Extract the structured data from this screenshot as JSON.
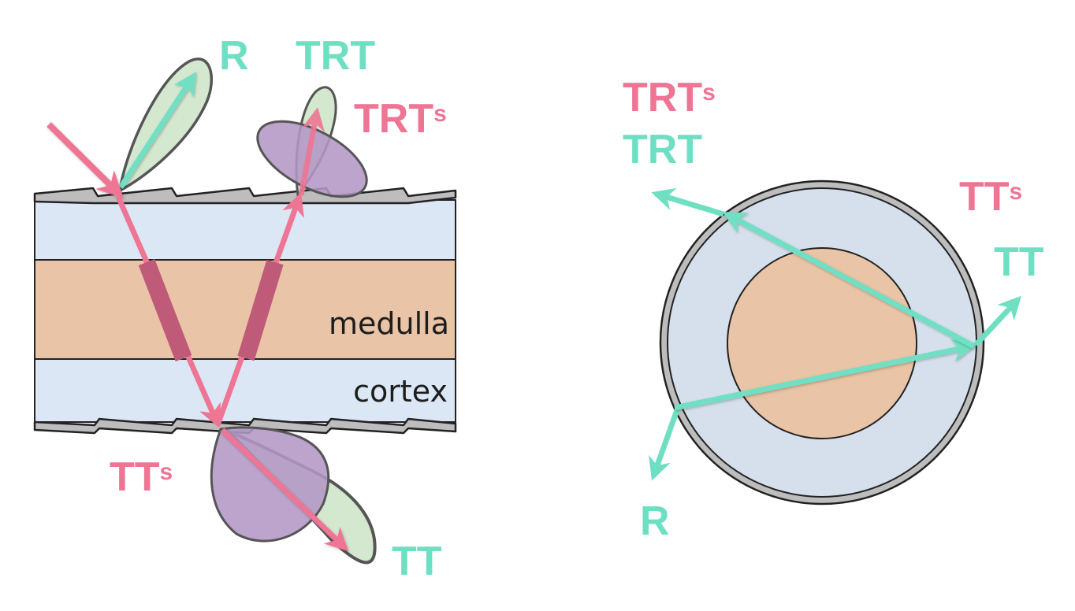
{
  "figure": {
    "title": "Hair light scattering paths: cortex and medulla",
    "colors": {
      "teal_path": "#6fdfc3",
      "pink_path": "#ee7594",
      "pink_dark_segment": "#bf5b78",
      "green_lobe": "#d4e7cf",
      "purple_lobe": "#b397c6",
      "cortex_fill": "#dbe7f5",
      "cortex_fill_cross_section": "#d5e0ec",
      "medulla_fill": "#e9c4a6",
      "cuticle_fill": "#bdbdbd",
      "outline": "#222222"
    }
  },
  "longitudinal_view": {
    "layers": {
      "medulla": "medulla",
      "cortex": "cortex"
    },
    "labels": {
      "R": "R",
      "TRT": "TRT",
      "TRTs_base": "TRT",
      "TRTs_sub": "s",
      "TTs_base": "TT",
      "TTs_sub": "s",
      "TT": "TT"
    }
  },
  "cross_section_view": {
    "labels": {
      "TRTs_base": "TRT",
      "TRTs_sub": "s",
      "TRT": "TRT",
      "TTs_base": "TT",
      "TTs_sub": "s",
      "TT": "TT",
      "R": "R"
    }
  }
}
